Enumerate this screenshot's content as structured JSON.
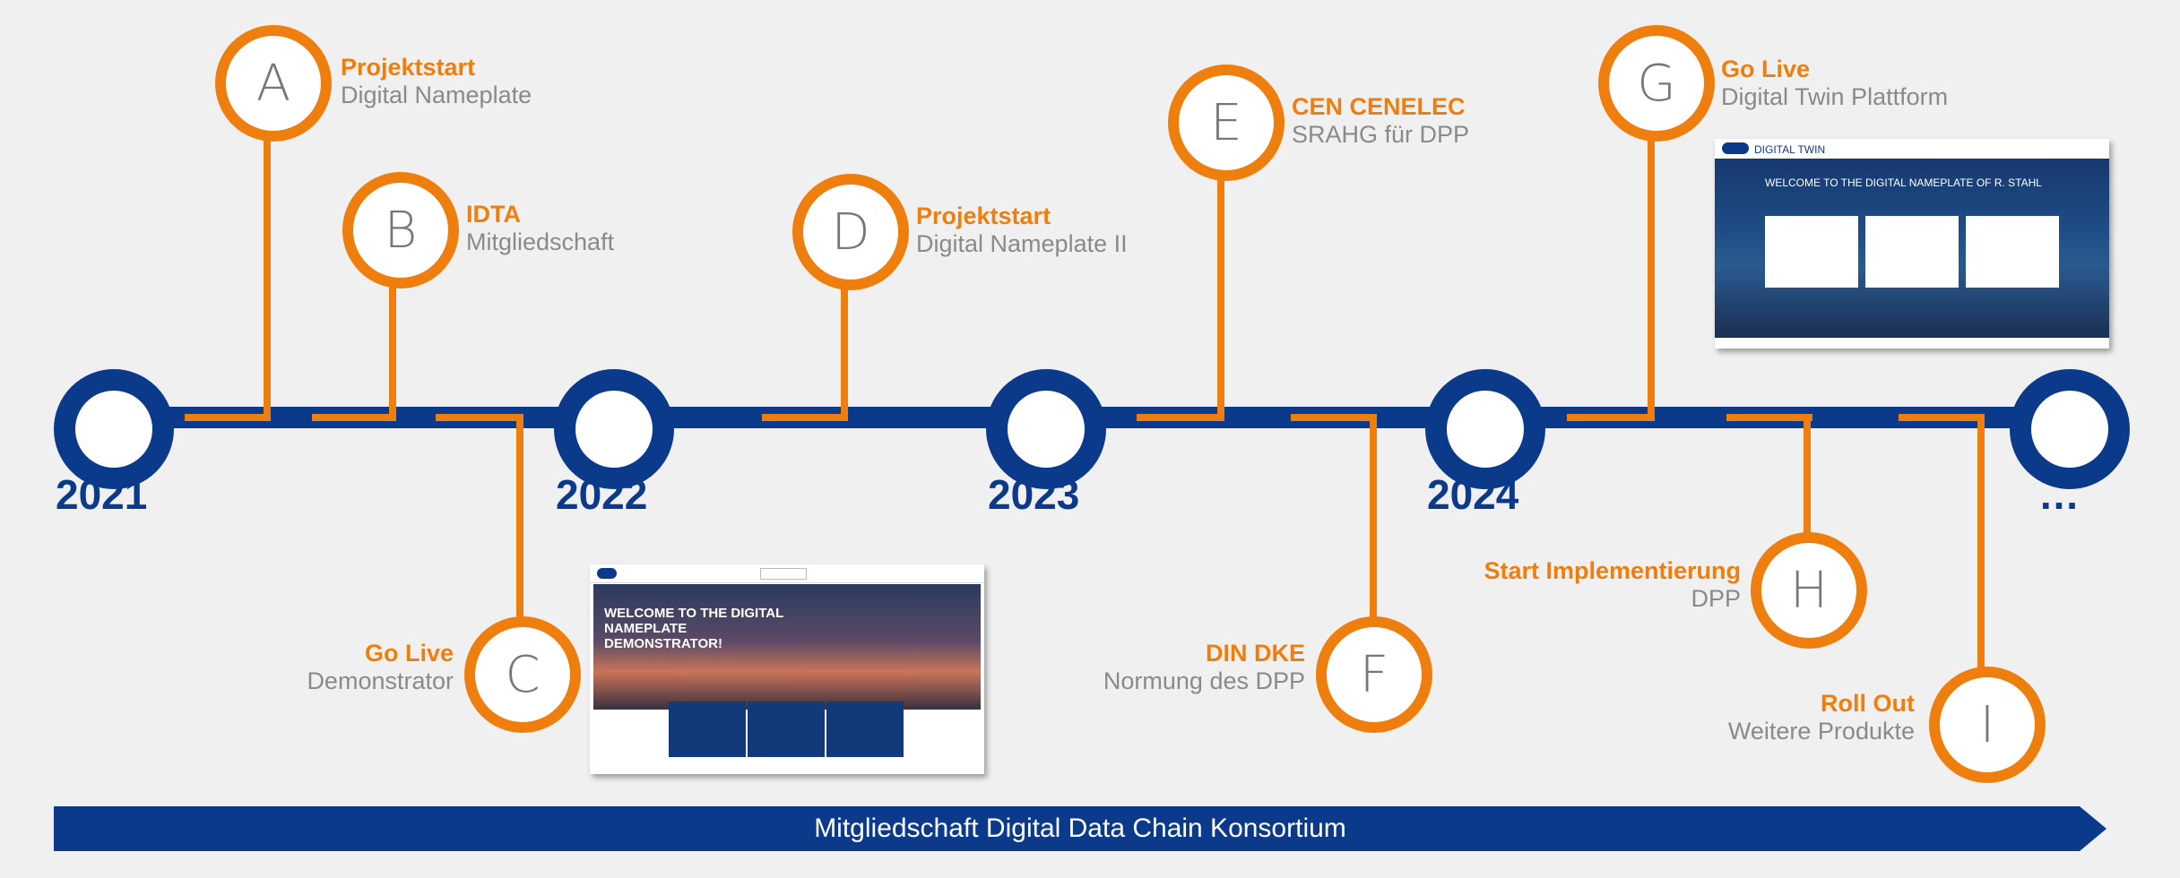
{
  "years": [
    {
      "label": "2021"
    },
    {
      "label": "2022"
    },
    {
      "label": "2023"
    },
    {
      "label": "2024"
    },
    {
      "label": "…"
    }
  ],
  "milestones": [
    {
      "letter": "A",
      "title": "Projektstart",
      "subtitle": "Digital Nameplate"
    },
    {
      "letter": "B",
      "title": "IDTA",
      "subtitle": "Mitgliedschaft"
    },
    {
      "letter": "C",
      "title": "Go Live",
      "subtitle": "Demonstrator"
    },
    {
      "letter": "D",
      "title": "Projektstart",
      "subtitle": "Digital Nameplate II"
    },
    {
      "letter": "E",
      "title": "CEN CENELEC",
      "subtitle": "SRAHG für DPP"
    },
    {
      "letter": "F",
      "title": "DIN DKE",
      "subtitle": "Normung des DPP"
    },
    {
      "letter": "G",
      "title": "Go Live",
      "subtitle": "Digital Twin Plattform"
    },
    {
      "letter": "H",
      "title": "Start Implementierung",
      "subtitle": "DPP"
    },
    {
      "letter": "I",
      "title": "Roll Out",
      "subtitle": "Weitere Produkte"
    }
  ],
  "banner": {
    "text": "Mitgliedschaft Digital Data Chain Konsortium"
  },
  "screenshot_demonstrator": {
    "hero_title": "WELCOME TO THE DIGITAL NAMEPLATE DEMONSTRATOR!"
  },
  "screenshot_platform": {
    "brand": "DIGITAL TWIN",
    "hero_title": "WELCOME TO THE DIGITAL NAMEPLATE OF R. STAHL"
  },
  "colors": {
    "primary_blue": "#0b3a8a",
    "accent_orange": "#ee7f0f",
    "subtitle_gray": "#8a8a8a"
  }
}
